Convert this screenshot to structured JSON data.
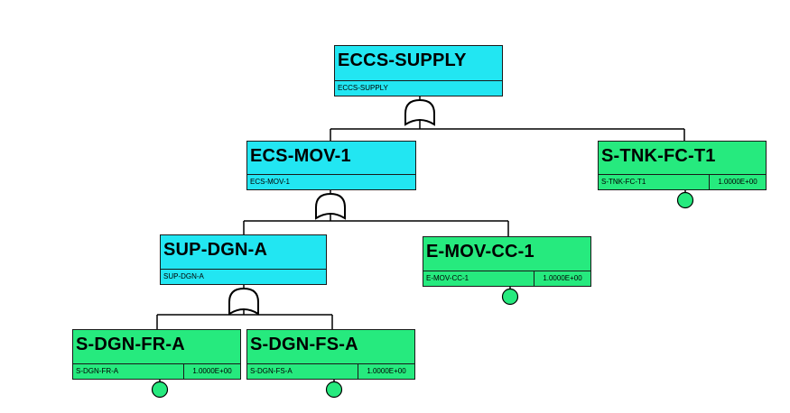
{
  "nodes": {
    "top": {
      "name": "ECCS-SUPPLY",
      "desc": "ECCS-SUPPLY",
      "kind": "gate"
    },
    "g1": {
      "name": "ECS-MOV-1",
      "desc": "ECS-MOV-1",
      "kind": "gate"
    },
    "e3": {
      "name": "S-TNK-FC-T1",
      "desc": "S-TNK-FC-T1",
      "prob": "1.0000E+00",
      "kind": "basic"
    },
    "g2": {
      "name": "SUP-DGN-A",
      "desc": "SUP-DGN-A",
      "kind": "gate"
    },
    "e2": {
      "name": "E-MOV-CC-1",
      "desc": "E-MOV-CC-1",
      "prob": "1.0000E+00",
      "kind": "basic"
    },
    "e1a": {
      "name": "S-DGN-FR-A",
      "desc": "S-DGN-FR-A",
      "prob": "1.0000E+00",
      "kind": "basic"
    },
    "e1b": {
      "name": "S-DGN-FS-A",
      "desc": "S-DGN-FS-A",
      "prob": "1.0000E+00",
      "kind": "basic"
    }
  },
  "gates": {
    "top": "or-gate-icon",
    "g1": "or-gate-icon",
    "g2": "or-gate-icon"
  },
  "edges": [
    [
      "top",
      "g1"
    ],
    [
      "top",
      "e3"
    ],
    [
      "g1",
      "g2"
    ],
    [
      "g1",
      "e2"
    ],
    [
      "g2",
      "e1a"
    ],
    [
      "g2",
      "e1b"
    ]
  ],
  "colors": {
    "gate_fill": "#22e6f2",
    "event_fill": "#26ea7e",
    "line": "#000000"
  }
}
